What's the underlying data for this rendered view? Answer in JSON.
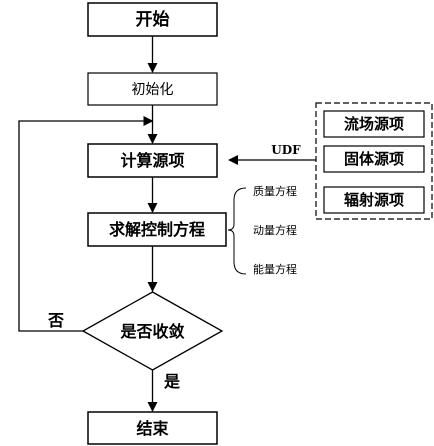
{
  "nodes": {
    "start": "开始",
    "init": "初始化",
    "compute_source": "计算源项",
    "solve_equations": "求解控制方程",
    "converged": "是否收敛",
    "end": "结束"
  },
  "source_terms": [
    "流场源项",
    "固体源项",
    "辐射源项"
  ],
  "udf_label": "UDF",
  "equations": [
    "质量方程",
    "动量方程",
    "能量方程"
  ],
  "decision": {
    "yes": "是",
    "no": "否"
  }
}
